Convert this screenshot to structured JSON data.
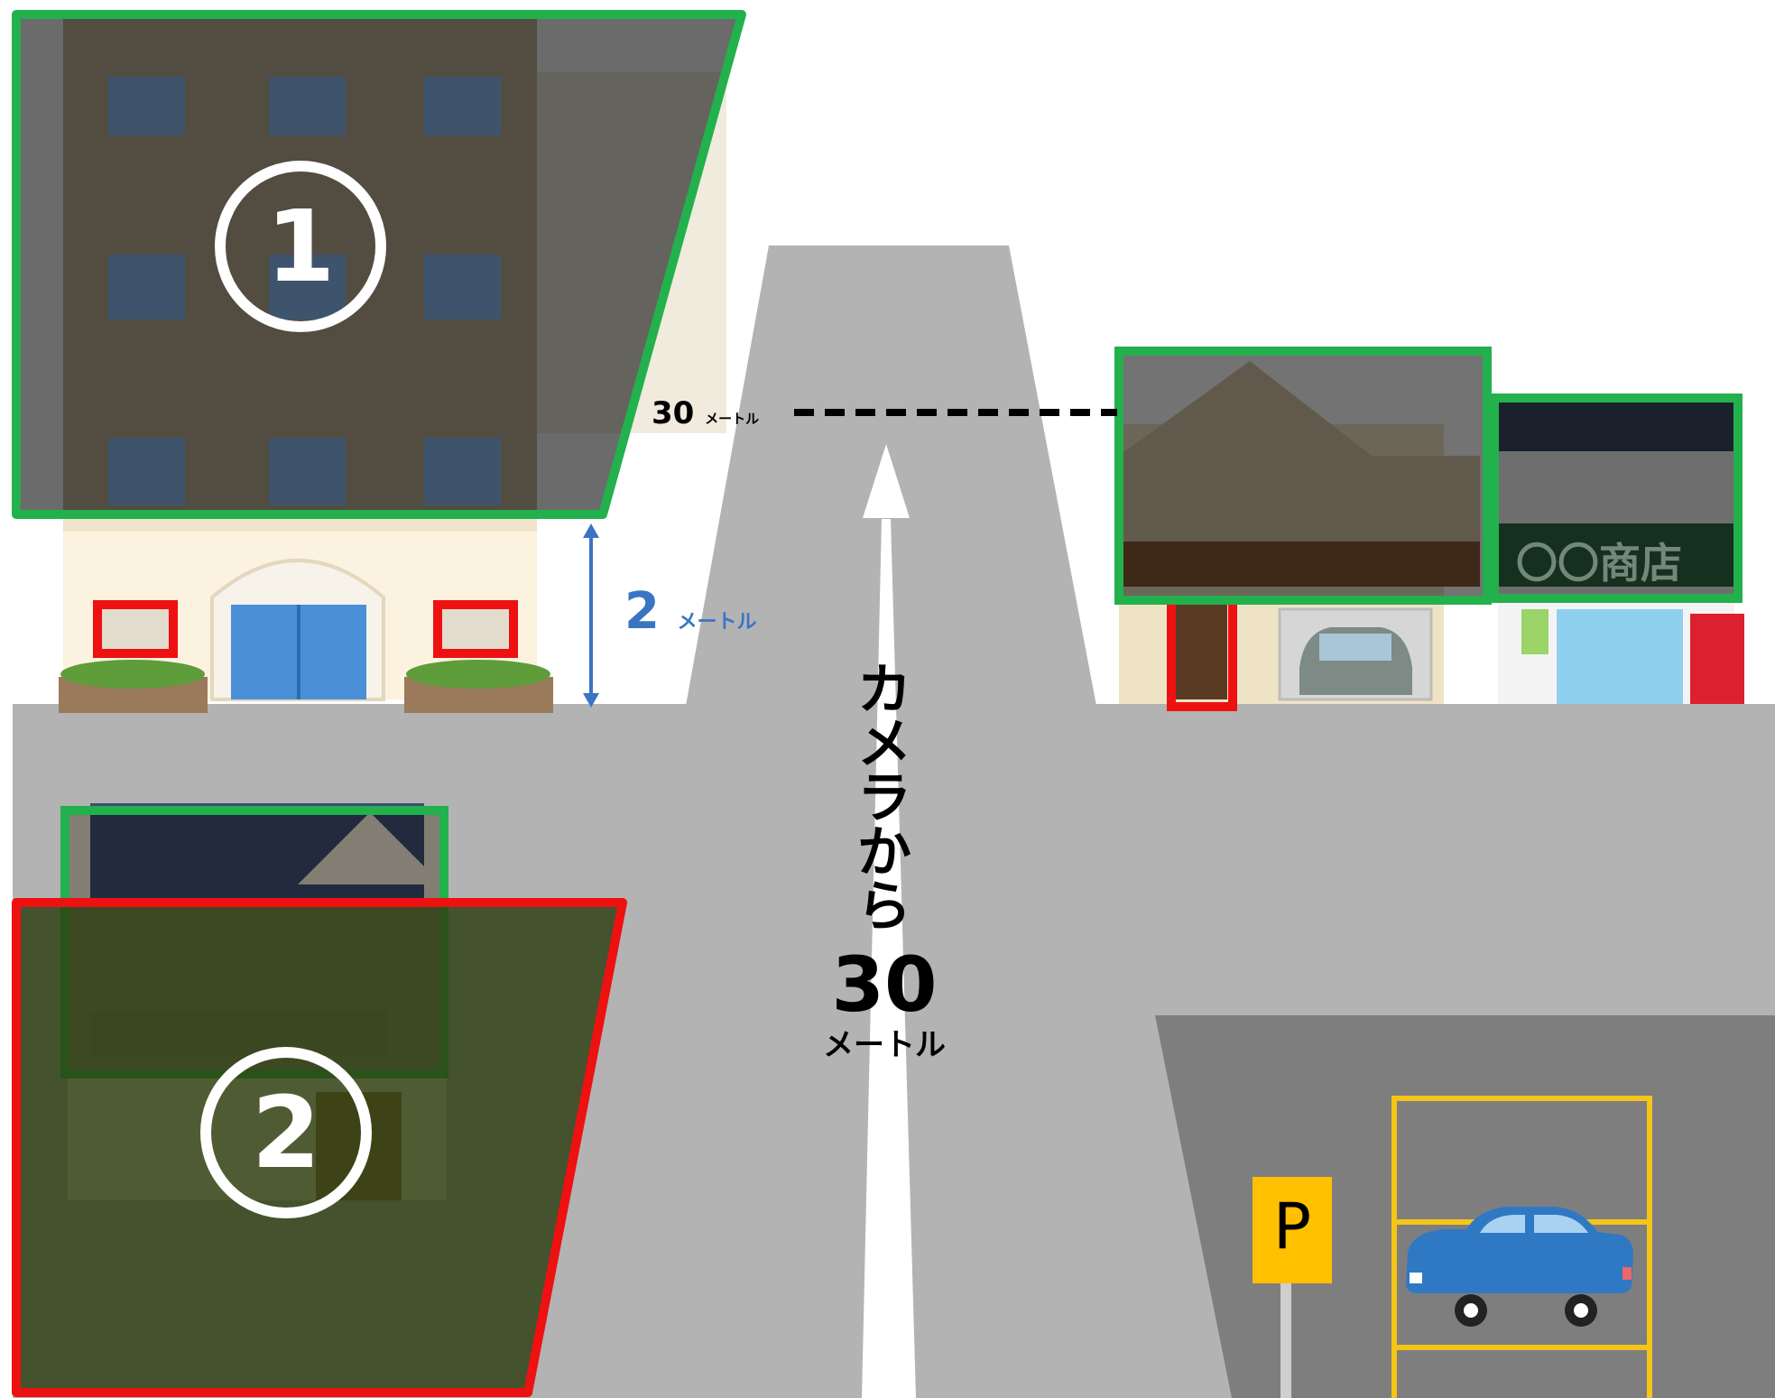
{
  "labels": {
    "zone_1": "1",
    "zone_2": "2",
    "distance_small_num": "30",
    "distance_small_unit": "メートル",
    "height_num": "2",
    "height_unit": "メートル",
    "road_text_chars": [
      "カ",
      "メ",
      "ラ",
      "か",
      "ら"
    ],
    "road_distance_num": "30",
    "road_distance_unit": "メートル",
    "shop_sign": "〇〇商店",
    "parking_sign": "P"
  },
  "colors": {
    "road": "#b3b3b3",
    "parking_lot": "#7e7e7e",
    "zone_ok_border": "#22b14c",
    "zone_ng_border": "#ee1111",
    "shade": "#000000",
    "height_marker": "#3a75c4",
    "parking_sign": "#ffc000",
    "parking_lines": "#f5c518",
    "parked_car": "#2f78c4"
  }
}
